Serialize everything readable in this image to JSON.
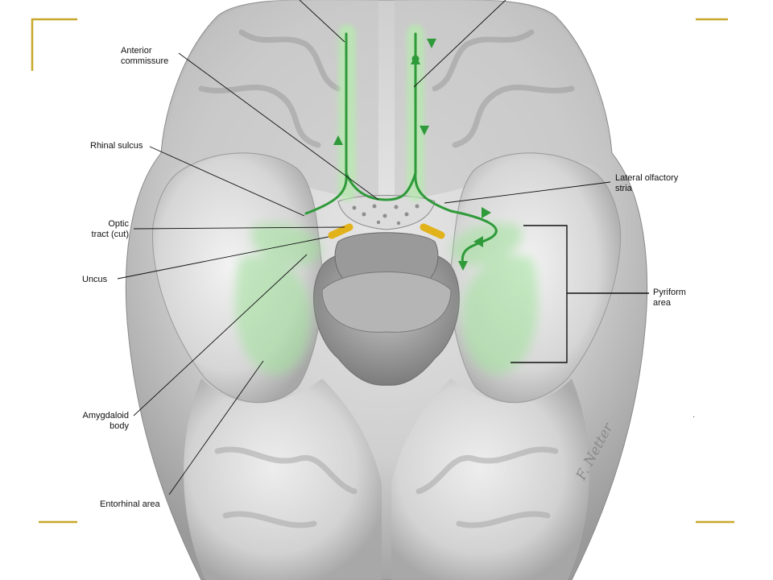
{
  "labels": {
    "anterior_commissure": "Anterior\ncommissure",
    "rhinal_sulcus": "Rhinal sulcus",
    "optic_tract": "Optic\ntract (cut)",
    "uncus": "Uncus",
    "amygdaloid_body": "Amygdaloid\nbody",
    "entorhinal_area": "Entorhinal area",
    "lateral_olfactory_stria": "Lateral olfactory\nstria",
    "pyriform_area": "Pyriform\narea"
  },
  "signature": "F. Netter",
  "colors": {
    "frame_accent": "#c8a82a",
    "olfactory_green": "#2f9a3a",
    "highlight_green": "#9fe29a",
    "brain_gray": "#c9c9c9",
    "optic_yellow": "#e2b21a"
  }
}
